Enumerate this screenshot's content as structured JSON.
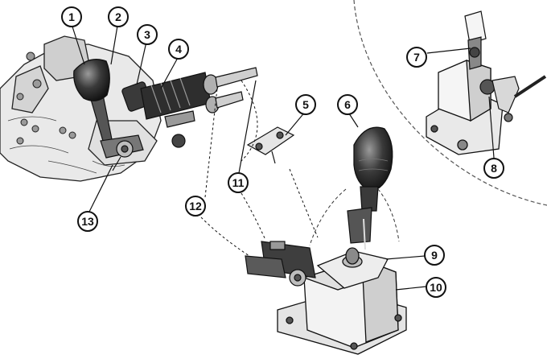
{
  "callouts": [
    {
      "id": "c1",
      "label": "1"
    },
    {
      "id": "c2",
      "label": "2"
    },
    {
      "id": "c3",
      "label": "3"
    },
    {
      "id": "c4",
      "label": "4"
    },
    {
      "id": "c5",
      "label": "5"
    },
    {
      "id": "c6",
      "label": "6"
    },
    {
      "id": "c7",
      "label": "7"
    },
    {
      "id": "c8",
      "label": "8"
    },
    {
      "id": "c9",
      "label": "9"
    },
    {
      "id": "c10",
      "label": "10"
    },
    {
      "id": "c11",
      "label": "11"
    },
    {
      "id": "c12",
      "label": "12"
    },
    {
      "id": "c13",
      "label": "13"
    }
  ],
  "colors": {
    "ink": "#111111",
    "shade": "#8a8a8a",
    "light": "#d9d9d9",
    "paper": "#ffffff"
  }
}
